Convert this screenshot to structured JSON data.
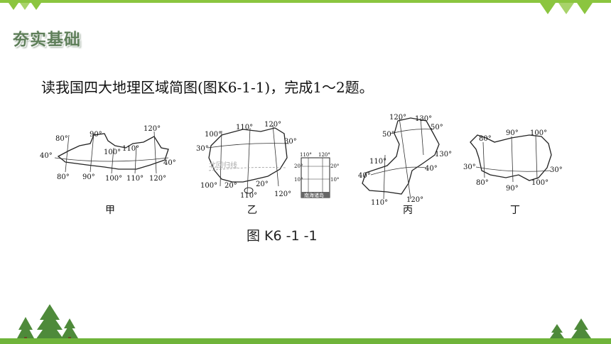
{
  "header": {
    "title": "夯实基础"
  },
  "question": {
    "text": "读我国四大地理区域简图(图K6-1-1)，完成1～2题。"
  },
  "figure": {
    "title": "图 K6 -1 -1",
    "maps": [
      {
        "caption": "甲",
        "labels": {
          "lon_80_top": "80°",
          "lon_90_top": "90°",
          "lon_100_top": "100°",
          "lon_110_top": "110°",
          "lon_120_top": "120°",
          "lat_40_left": "40°",
          "lat_40_right": "40°",
          "lon_80_bot": "80°",
          "lon_90_bot": "90°",
          "lon_100_bot": "100°",
          "lon_110_bot": "110°",
          "lon_120_bot": "120°"
        }
      },
      {
        "caption": "乙",
        "labels": {
          "lon_110_top": "110°",
          "lon_120_top": "120°",
          "lon_100_left": "100°",
          "lat_30_left": "30°",
          "lat_30_right": "30°",
          "tropic": "北回归线",
          "lon_100_bot": "100°",
          "lat_20_a": "20°",
          "lat_20_b": "20°",
          "lon_110_bot": "110°",
          "lon_120_bot": "120°",
          "inset_110": "110°",
          "inset_120": "120°",
          "inset_20_l": "20°",
          "inset_20_r": "20°",
          "inset_10_l": "10°",
          "inset_10_r": "10°",
          "inset_label": "南海诸岛"
        }
      },
      {
        "caption": "丙",
        "labels": {
          "lon_120_top": "120°",
          "lon_130_top": "130°",
          "lat_50_left": "50°",
          "lat_50_right": "50°",
          "lon_130_right": "130°",
          "lon_110_left": "110°",
          "lat_40_left": "40°",
          "lat_40_right": "40°",
          "lon_120_bot": "120°",
          "lon_110_bot": "110°"
        }
      },
      {
        "caption": "丁",
        "labels": {
          "lon_80_top": "80°",
          "lon_90_top": "90°",
          "lon_100_top": "100°",
          "lat_30_left": "30°",
          "lat_30_right": "30°",
          "lon_80_bot": "80°",
          "lon_90_bot": "90°",
          "lon_100_bot": "100°"
        }
      }
    ]
  },
  "colors": {
    "accent_green": "#8bc53f",
    "tree_green": "#4e8a3a",
    "heading_text": "#5f7f5a"
  }
}
